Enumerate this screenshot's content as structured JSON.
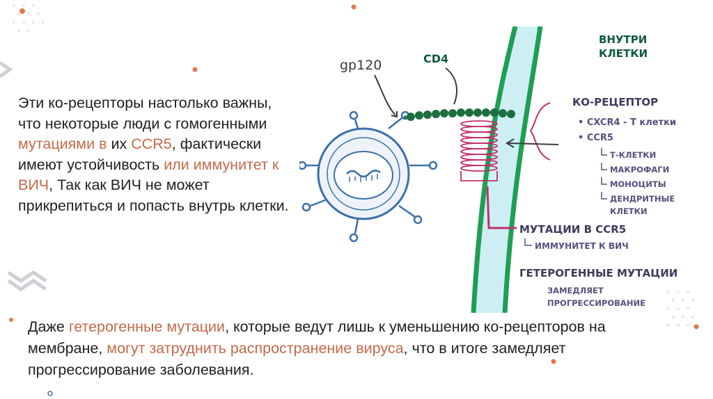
{
  "main_paragraph": {
    "p1": "Эти ко-рецепторы настолько важны, что некоторые люди с гомогенными ",
    "h1": "мутациями в",
    "p2": " их ",
    "h2": "CCR5",
    "p3": ", фактически имеют устойчивость ",
    "h3": "или иммунитет к ВИЧ",
    "p4": ", Так как ВИЧ не может прикрепиться и попасть внутрь клетки."
  },
  "bottom_paragraph": {
    "p1": "Даже ",
    "h1": "гетерогенные мутации",
    "p2": ", которые ведут лишь к уменьшению ко-рецепторов на мембране, ",
    "h2": "могут затруднить распространение вируса",
    "p3": ", что в итоге замедляет прогрессирование заболевания."
  },
  "diagram": {
    "inside_cell_line1": "ВНУТРИ",
    "inside_cell_line2": "КЛЕТКИ",
    "gp120_label": "gp120",
    "cd4_label": "CD4",
    "co_receptor_title": "КО-РЕЦЕПТОР",
    "cxcr4_item": "• CXCR4 - Т клетки",
    "ccr5_item": "• CCR5",
    "ccr5_sub": [
      "Т-КЛЕТКИ",
      "МАКРОФАГИ",
      "МОНОЦИТЫ",
      "ДЕНДРИТНЫЕ",
      "КЛЕТКИ"
    ],
    "mutations_title": "МУТАЦИИ В CCR5",
    "immunity_item": "ИММУНИТЕТ К ВИЧ",
    "hetero_title": "ГЕТЕРОГЕННЫЕ МУТАЦИИ",
    "slows_line1": "ЗАМЕДЛЯЕТ",
    "slows_line2": "ПРОГРЕССИРОВАНИЕ"
  },
  "colors": {
    "accent": "#c46a4a",
    "membrane_green": "#1f9e55",
    "membrane_fill": "#cdeff4",
    "label_purple": "#5a4e7d",
    "receptor_pink": "#c0306a",
    "virus_blue": "#3b6fa8"
  }
}
